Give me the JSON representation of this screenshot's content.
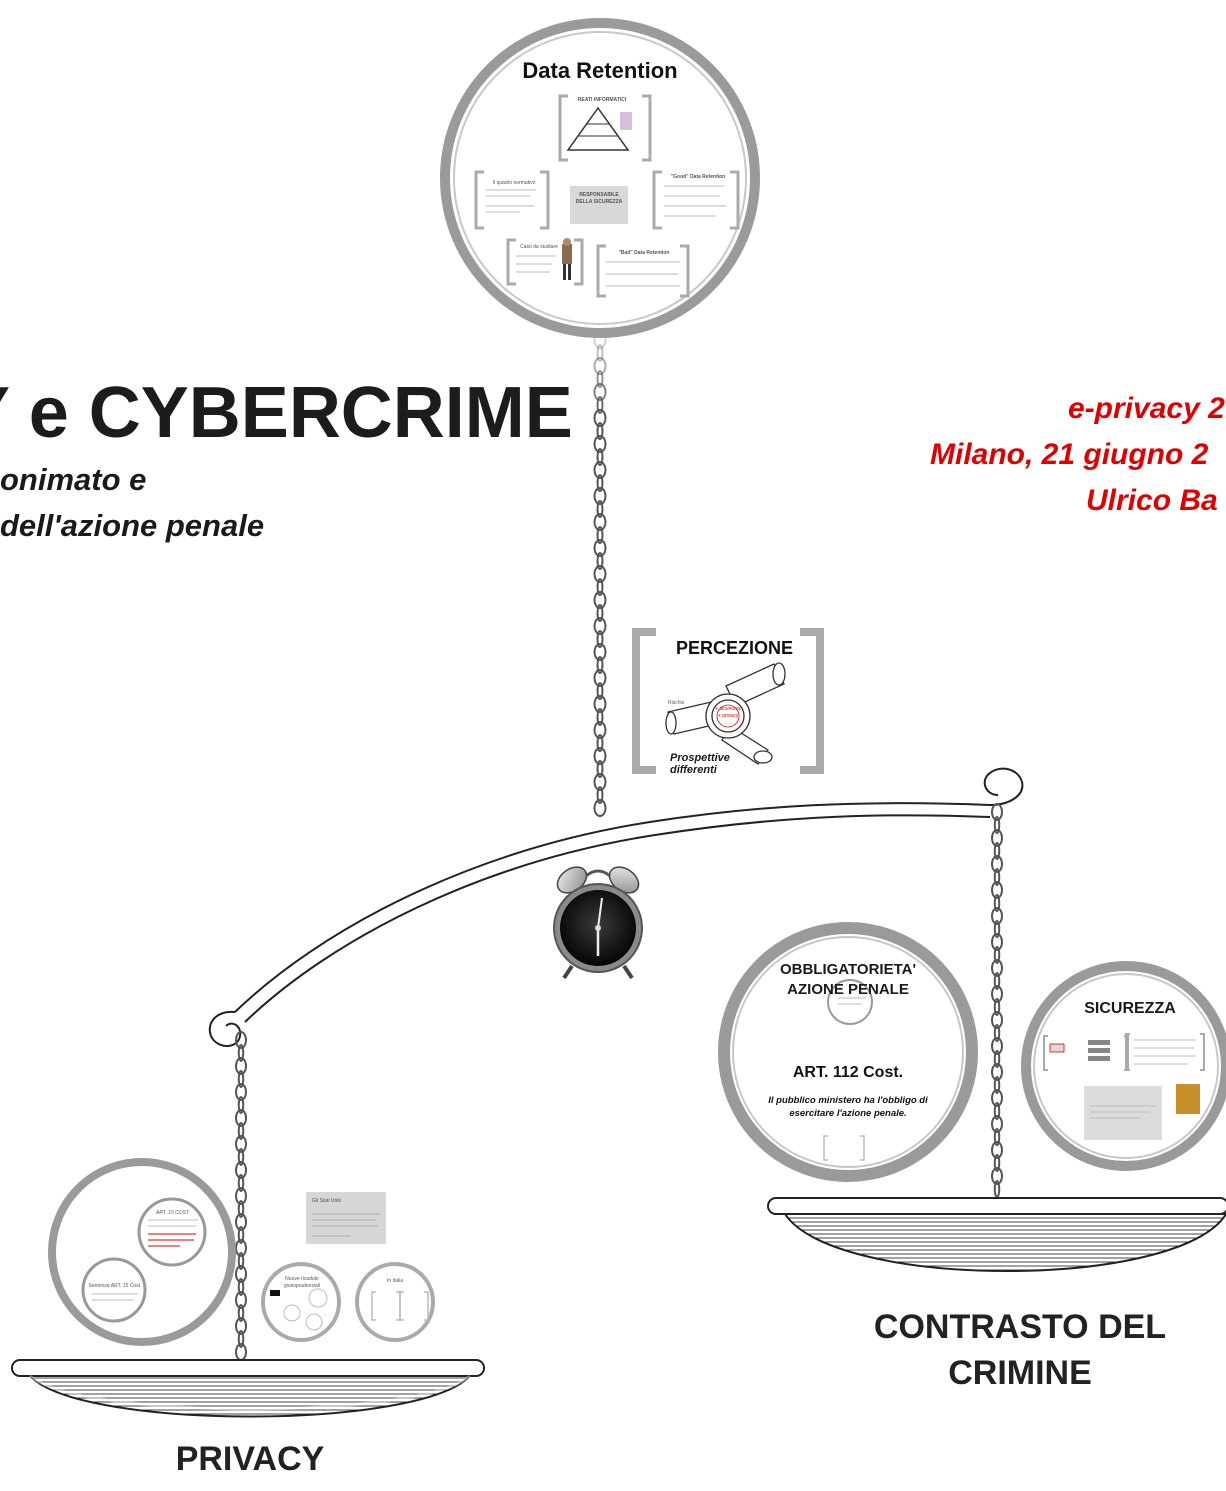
{
  "title": {
    "main": "Y e CYBERCRIME",
    "subtitle_line1": "onimato e",
    "subtitle_line2": "dell'azione penale"
  },
  "event": {
    "line1": "e-privacy 2",
    "line2": "Milano, 21 giugno 2",
    "line3": "Ulrico Ba"
  },
  "data_retention": {
    "title": "Data Retention",
    "reati_label": "REATI INFORMATICI",
    "center_card": "RESPONSABILE DELLA SICUREZZA",
    "good_title": "\"Good\" Data Retention",
    "bad_title": "\"Bad\" Data Retention",
    "left_title": "Il quadro normativo",
    "person_title": "Caso da studiare"
  },
  "percezione": {
    "title": "PERCEZIONE",
    "center_text1": "+ sicurezza",
    "center_text2": "+ privacy",
    "left_small": "Rischio",
    "caption_line1": "Prospettive",
    "caption_line2": "differenti"
  },
  "obbligatorieta": {
    "title_line1": "OBBLIGATORIETA'",
    "title_line2": "AZIONE PENALE",
    "article": "ART. 112 Cost.",
    "text_line1": "Il pubblico ministero ha l'obbligo di",
    "text_line2": "esercitare l'azione penale."
  },
  "sicurezza": {
    "title": "SICUREZZA"
  },
  "privacy_group": {
    "art_label": "ART. 15 COST.",
    "sub_label": "Sentenze ART. 15 Cost.",
    "card_title": "Gli Stati Uniti",
    "italia_label": "In Italia",
    "middle_label": "Nuove ricadute giurisprudenziali"
  },
  "labels": {
    "contrasto_line1": "CONTRASTO DEL",
    "contrasto_line2": "CRIMINE",
    "privacy": "PRIVACY"
  }
}
